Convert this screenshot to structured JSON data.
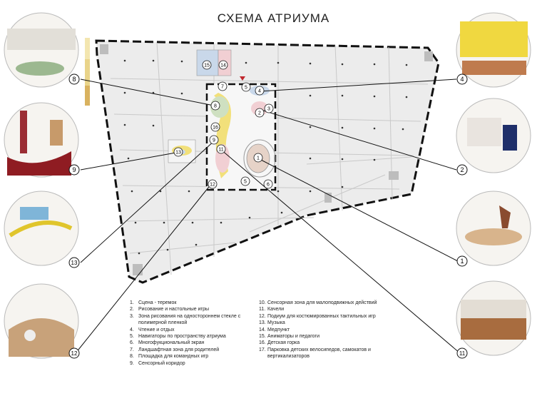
{
  "title": "СХЕМА АТРИУМА",
  "callouts": [
    "8",
    "4",
    "9",
    "2",
    "13",
    "1",
    "12",
    "11"
  ],
  "zone_numbers": [
    "15",
    "14",
    "7",
    "5",
    "4",
    "3",
    "2",
    "8",
    "16",
    "9",
    "13",
    "11",
    "1",
    "12",
    "6"
  ],
  "legend_left": [
    {
      "num": "1.",
      "text": "Сцена - теремок"
    },
    {
      "num": "2.",
      "text": "Рисование и настольные игры"
    },
    {
      "num": "3.",
      "text": "Зона рисования на одностороннем стекле с полимерной пленкой"
    },
    {
      "num": "4.",
      "text": "Чтение и отдых"
    },
    {
      "num": "5.",
      "text": "Навигаторы по пространству атриума"
    },
    {
      "num": "6.",
      "text": "Многофукциональный экран"
    },
    {
      "num": "7.",
      "text": "Ландшафтная зона для родителей"
    },
    {
      "num": "8.",
      "text": "Площадка для командных игр"
    },
    {
      "num": "9.",
      "text": "Сенсорный коридор"
    }
  ],
  "legend_right": [
    {
      "num": "10.",
      "text": "Сенсорная зона для малоподвижных действий"
    },
    {
      "num": "11.",
      "text": "Качели"
    },
    {
      "num": "12.",
      "text": "Подиум для костюмированных тактильных игр"
    },
    {
      "num": "13.",
      "text": "Музыка"
    },
    {
      "num": "14.",
      "text": "Медпункт"
    },
    {
      "num": "15.",
      "text": "Аниматоры и педагоги"
    },
    {
      "num": "16.",
      "text": "Детская горка"
    },
    {
      "num": "17.",
      "text": "Парковка детских велосипедов, самокатов и вертикализаторов"
    }
  ],
  "colors": {
    "plan_fill": "#ededed",
    "wall": "#111111",
    "accent_red": "#c0272d",
    "yellow": "#f2e07a",
    "blue": "#c9d8ea",
    "pink": "#f1cfd3"
  }
}
